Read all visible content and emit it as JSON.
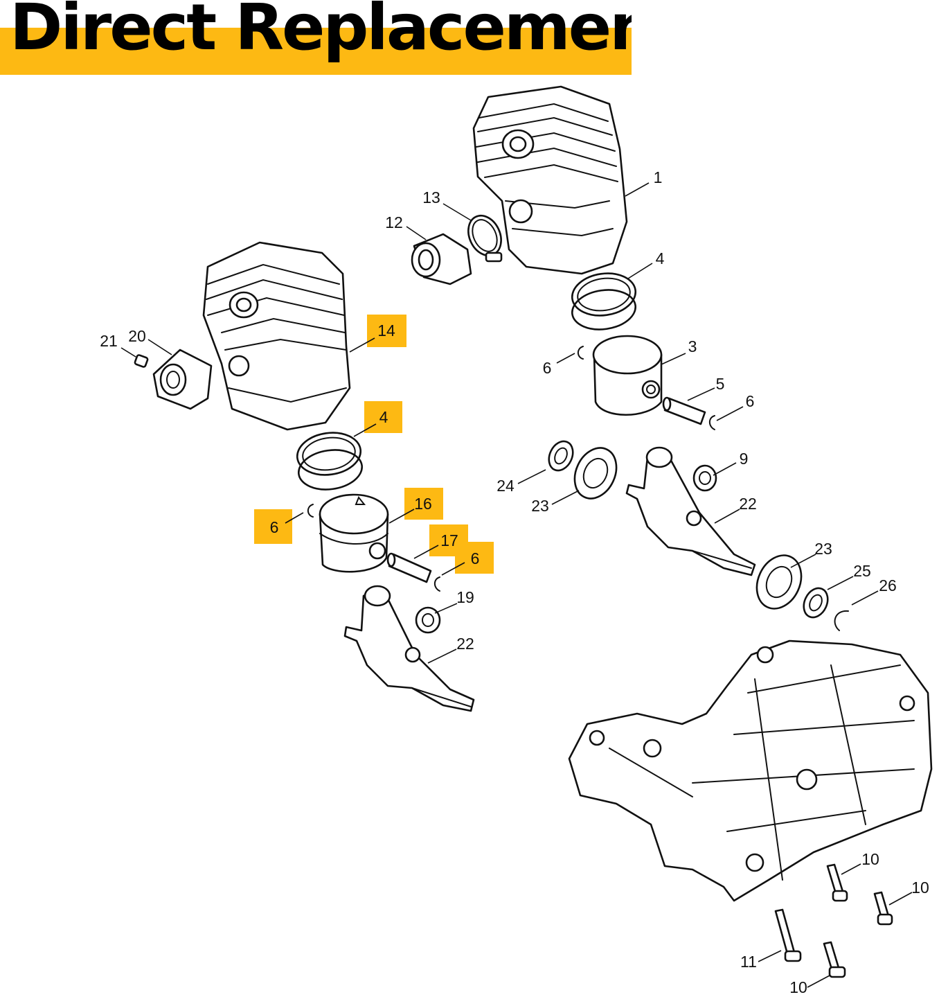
{
  "banner": {
    "title": "Direct Replacement"
  },
  "colors": {
    "accent": "#FDB913",
    "ink": "#111111",
    "background": "#ffffff"
  },
  "callouts": [
    {
      "id": "c1",
      "text": "1",
      "highlighted": false
    },
    {
      "id": "c13",
      "text": "13",
      "highlighted": false
    },
    {
      "id": "c12",
      "text": "12",
      "highlighted": false
    },
    {
      "id": "c4a",
      "text": "4",
      "highlighted": false
    },
    {
      "id": "c6a",
      "text": "6",
      "highlighted": false
    },
    {
      "id": "c3",
      "text": "3",
      "highlighted": false
    },
    {
      "id": "c5",
      "text": "5",
      "highlighted": false
    },
    {
      "id": "c6b",
      "text": "6",
      "highlighted": false
    },
    {
      "id": "c21",
      "text": "21",
      "highlighted": false
    },
    {
      "id": "c20",
      "text": "20",
      "highlighted": false
    },
    {
      "id": "c14",
      "text": "14",
      "highlighted": true
    },
    {
      "id": "c4b",
      "text": "4",
      "highlighted": true
    },
    {
      "id": "c16",
      "text": "16",
      "highlighted": true
    },
    {
      "id": "c6c",
      "text": "6",
      "highlighted": true
    },
    {
      "id": "c17",
      "text": "17",
      "highlighted": true
    },
    {
      "id": "c6d",
      "text": "6",
      "highlighted": true
    },
    {
      "id": "c9",
      "text": "9",
      "highlighted": false
    },
    {
      "id": "c24",
      "text": "24",
      "highlighted": false
    },
    {
      "id": "c23a",
      "text": "23",
      "highlighted": false
    },
    {
      "id": "c22a",
      "text": "22",
      "highlighted": false
    },
    {
      "id": "c23b",
      "text": "23",
      "highlighted": false
    },
    {
      "id": "c25",
      "text": "25",
      "highlighted": false
    },
    {
      "id": "c26",
      "text": "26",
      "highlighted": false
    },
    {
      "id": "c19",
      "text": "19",
      "highlighted": false
    },
    {
      "id": "c22b",
      "text": "22",
      "highlighted": false
    },
    {
      "id": "c10a",
      "text": "10",
      "highlighted": false
    },
    {
      "id": "c10b",
      "text": "10",
      "highlighted": false
    },
    {
      "id": "c11",
      "text": "11",
      "highlighted": false
    },
    {
      "id": "c10c",
      "text": "10",
      "highlighted": false
    }
  ]
}
